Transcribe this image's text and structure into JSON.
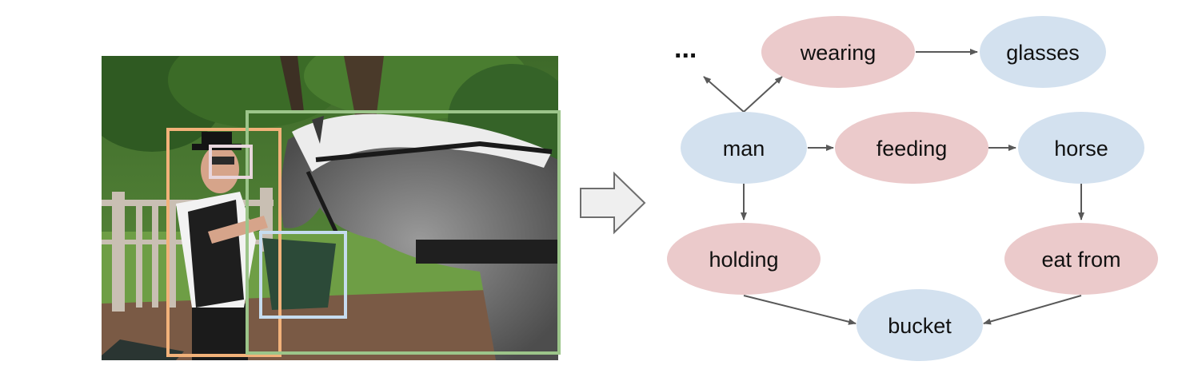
{
  "colors": {
    "object_node": "#d3e1ef",
    "relation_node": "#ebcacb",
    "edge": "#595959",
    "box_person": "#f2b27a",
    "box_horse": "#9cc58a",
    "box_glasses": "#e8d6dc",
    "box_bucket": "#c6dcef",
    "transform_arrow_fill": "#efefef",
    "transform_arrow_stroke": "#6e6e6e"
  },
  "photo": {
    "description_icon": "photo-man-feeding-horse",
    "bounding_boxes": [
      {
        "name": "person-box",
        "object": "man"
      },
      {
        "name": "horse-box",
        "object": "horse"
      },
      {
        "name": "glasses-box",
        "object": "glasses"
      },
      {
        "name": "bucket-box",
        "object": "bucket"
      }
    ]
  },
  "transform_arrow": {
    "icon": "right-arrow-icon"
  },
  "graph": {
    "ellipsis": "...",
    "nodes": [
      {
        "id": "wearing",
        "label": "wearing",
        "kind": "relation"
      },
      {
        "id": "glasses",
        "label": "glasses",
        "kind": "object"
      },
      {
        "id": "man",
        "label": "man",
        "kind": "object"
      },
      {
        "id": "feeding",
        "label": "feeding",
        "kind": "relation"
      },
      {
        "id": "horse",
        "label": "horse",
        "kind": "object"
      },
      {
        "id": "holding",
        "label": "holding",
        "kind": "relation"
      },
      {
        "id": "eat_from",
        "label": "eat from",
        "kind": "relation"
      },
      {
        "id": "bucket",
        "label": "bucket",
        "kind": "object"
      }
    ],
    "edges": [
      {
        "from": "man",
        "to": "wearing"
      },
      {
        "from": "man",
        "to": "ellipsis"
      },
      {
        "from": "wearing",
        "to": "glasses"
      },
      {
        "from": "man",
        "to": "feeding"
      },
      {
        "from": "feeding",
        "to": "horse"
      },
      {
        "from": "man",
        "to": "holding"
      },
      {
        "from": "horse",
        "to": "eat_from"
      },
      {
        "from": "holding",
        "to": "bucket"
      },
      {
        "from": "eat_from",
        "to": "bucket"
      }
    ]
  }
}
